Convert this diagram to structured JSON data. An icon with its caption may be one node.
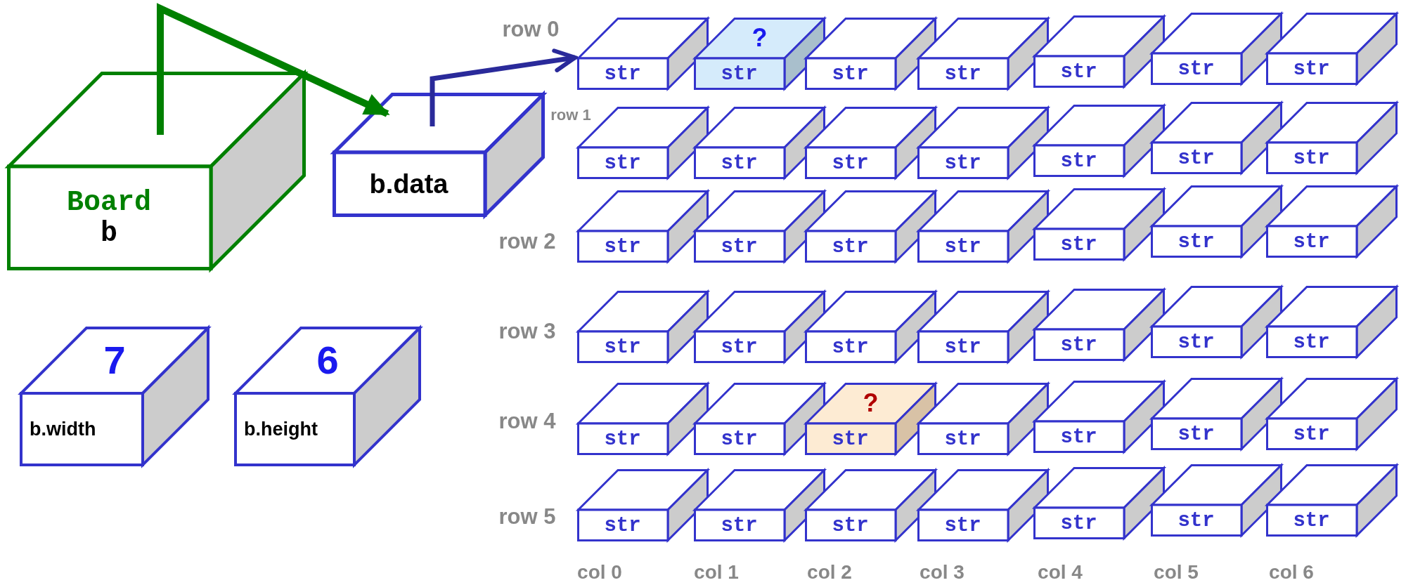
{
  "diagram": {
    "nodes": [
      {
        "text": [
          "Board",
          "b"
        ]
      },
      {
        "text": [
          "b.data"
        ]
      },
      {
        "text": [
          "7",
          "b.width"
        ]
      },
      {
        "text": [
          "6",
          "b.height"
        ]
      },
      {
        "text": [
          "str"
        ]
      },
      {
        "text": [
          "?",
          "str"
        ]
      },
      {
        "text": [
          "str"
        ]
      },
      {
        "text": [
          "str"
        ]
      },
      {
        "text": [
          "str"
        ]
      },
      {
        "text": [
          "str"
        ]
      },
      {
        "text": [
          "str"
        ]
      },
      {
        "text": [
          "str"
        ]
      },
      {
        "text": [
          "str"
        ]
      },
      {
        "text": [
          "str"
        ]
      },
      {
        "text": [
          "str"
        ]
      },
      {
        "text": [
          "str"
        ]
      },
      {
        "text": [
          "str"
        ]
      },
      {
        "text": [
          "str"
        ]
      },
      {
        "text": [
          "str"
        ]
      },
      {
        "text": [
          "str"
        ]
      },
      {
        "text": [
          "str"
        ]
      },
      {
        "text": [
          "str"
        ]
      },
      {
        "text": [
          "str"
        ]
      },
      {
        "text": [
          "str"
        ]
      },
      {
        "text": [
          "str"
        ]
      },
      {
        "text": [
          "str"
        ]
      },
      {
        "text": [
          "str"
        ]
      },
      {
        "text": [
          "str"
        ]
      },
      {
        "text": [
          "str"
        ]
      },
      {
        "text": [
          "str"
        ]
      },
      {
        "text": [
          "str"
        ]
      },
      {
        "text": [
          "str"
        ]
      },
      {
        "text": [
          "str"
        ]
      },
      {
        "text": [
          "str"
        ]
      },
      {
        "text": [
          "?",
          "str"
        ]
      },
      {
        "text": [
          "str"
        ]
      },
      {
        "text": [
          "str"
        ]
      },
      {
        "text": [
          "str"
        ]
      },
      {
        "text": [
          "str"
        ]
      },
      {
        "text": [
          "str"
        ]
      },
      {
        "text": [
          "str"
        ]
      },
      {
        "text": [
          "str"
        ]
      },
      {
        "text": [
          "str"
        ]
      },
      {
        "text": [
          "str"
        ]
      },
      {
        "text": [
          "str"
        ]
      },
      {
        "text": [
          "str"
        ]
      }
    ],
    "edges": [
      {
        "from": 0,
        "to": 1,
        "arrow": "to",
        "color": "#008000"
      },
      {
        "from": 1,
        "to": 4,
        "arrow": "to",
        "color": "#2a2a9a"
      }
    ],
    "labels": [
      "row 0",
      "row 1",
      "row 2",
      "row 3",
      "row 4",
      "row 5",
      "col 0",
      "col 1",
      "col 2",
      "col 3",
      "col 4",
      "col 5",
      "col 6"
    ]
  }
}
